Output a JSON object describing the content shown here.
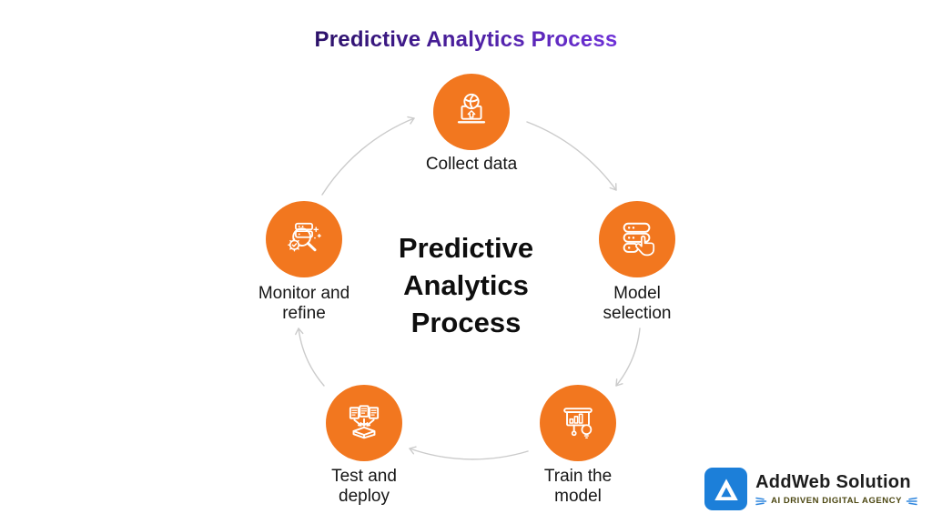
{
  "header": {
    "title": "Predictive Analytics Process"
  },
  "center": {
    "line1": "Predictive",
    "line2": "Analytics",
    "line3": "Process"
  },
  "steps": [
    {
      "label": "Collect data",
      "icon": "laptop-globe-upload-icon"
    },
    {
      "label": "Model selection",
      "icon": "server-stack-hand-icon"
    },
    {
      "label": "Train the model",
      "icon": "presentation-chart-bulb-icon"
    },
    {
      "label": "Test and deploy",
      "icon": "documents-to-box-icon"
    },
    {
      "label": "Monitor and refine",
      "icon": "magnifier-server-gear-icon"
    }
  ],
  "flow": {
    "direction": "clockwise",
    "shape": "circular-cycle"
  },
  "colors": {
    "node_orange": "#F2771F",
    "arrow_gray": "#CBCBCB",
    "title_gradient_start": "#2B1168",
    "title_gradient_end": "#6E30D8",
    "center_text": "#0E0E0E",
    "label_text": "#161616",
    "logo_blue": "#1C7FD9",
    "tagline_olive": "#4A450F",
    "tagline_accent_blue": "#2E86DE"
  },
  "logo": {
    "company": "AddWeb Solution",
    "tagline": "AI DRIVEN DIGITAL AGENCY"
  }
}
